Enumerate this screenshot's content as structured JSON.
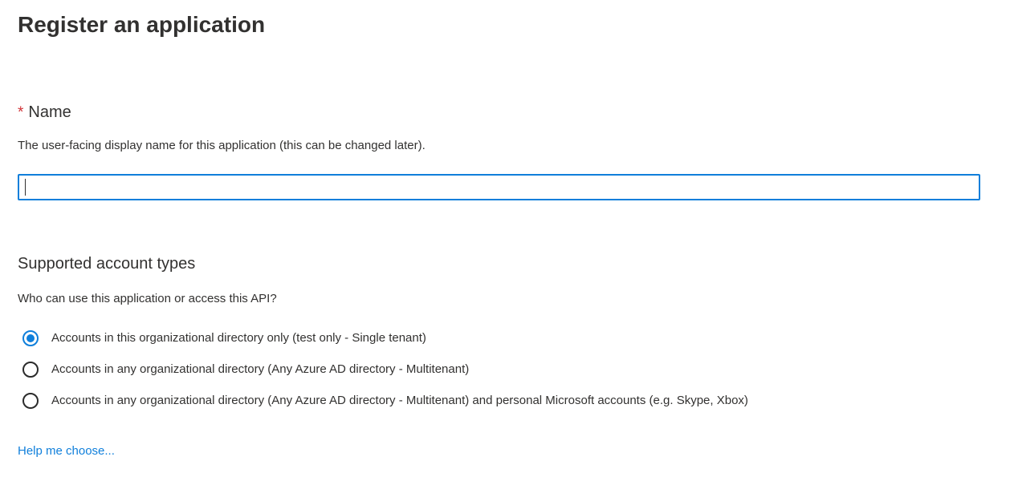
{
  "page": {
    "title": "Register an application"
  },
  "name_section": {
    "required_marker": "*",
    "label": "Name",
    "helper": "The user-facing display name for this application (this can be changed later).",
    "input_value": "",
    "input_placeholder": ""
  },
  "account_types_section": {
    "heading": "Supported account types",
    "question": "Who can use this application or access this API?",
    "options": [
      {
        "label": "Accounts in this organizational directory only (test only - Single tenant)",
        "selected": true
      },
      {
        "label": "Accounts in any organizational directory (Any Azure AD directory - Multitenant)",
        "selected": false
      },
      {
        "label": "Accounts in any organizational directory (Any Azure AD directory - Multitenant) and personal Microsoft accounts (e.g. Skype, Xbox)",
        "selected": false
      }
    ],
    "help_link_label": "Help me choose..."
  },
  "colors": {
    "accent_blue": "#0f7fdb",
    "required_red": "#d13438",
    "text": "#323130"
  }
}
